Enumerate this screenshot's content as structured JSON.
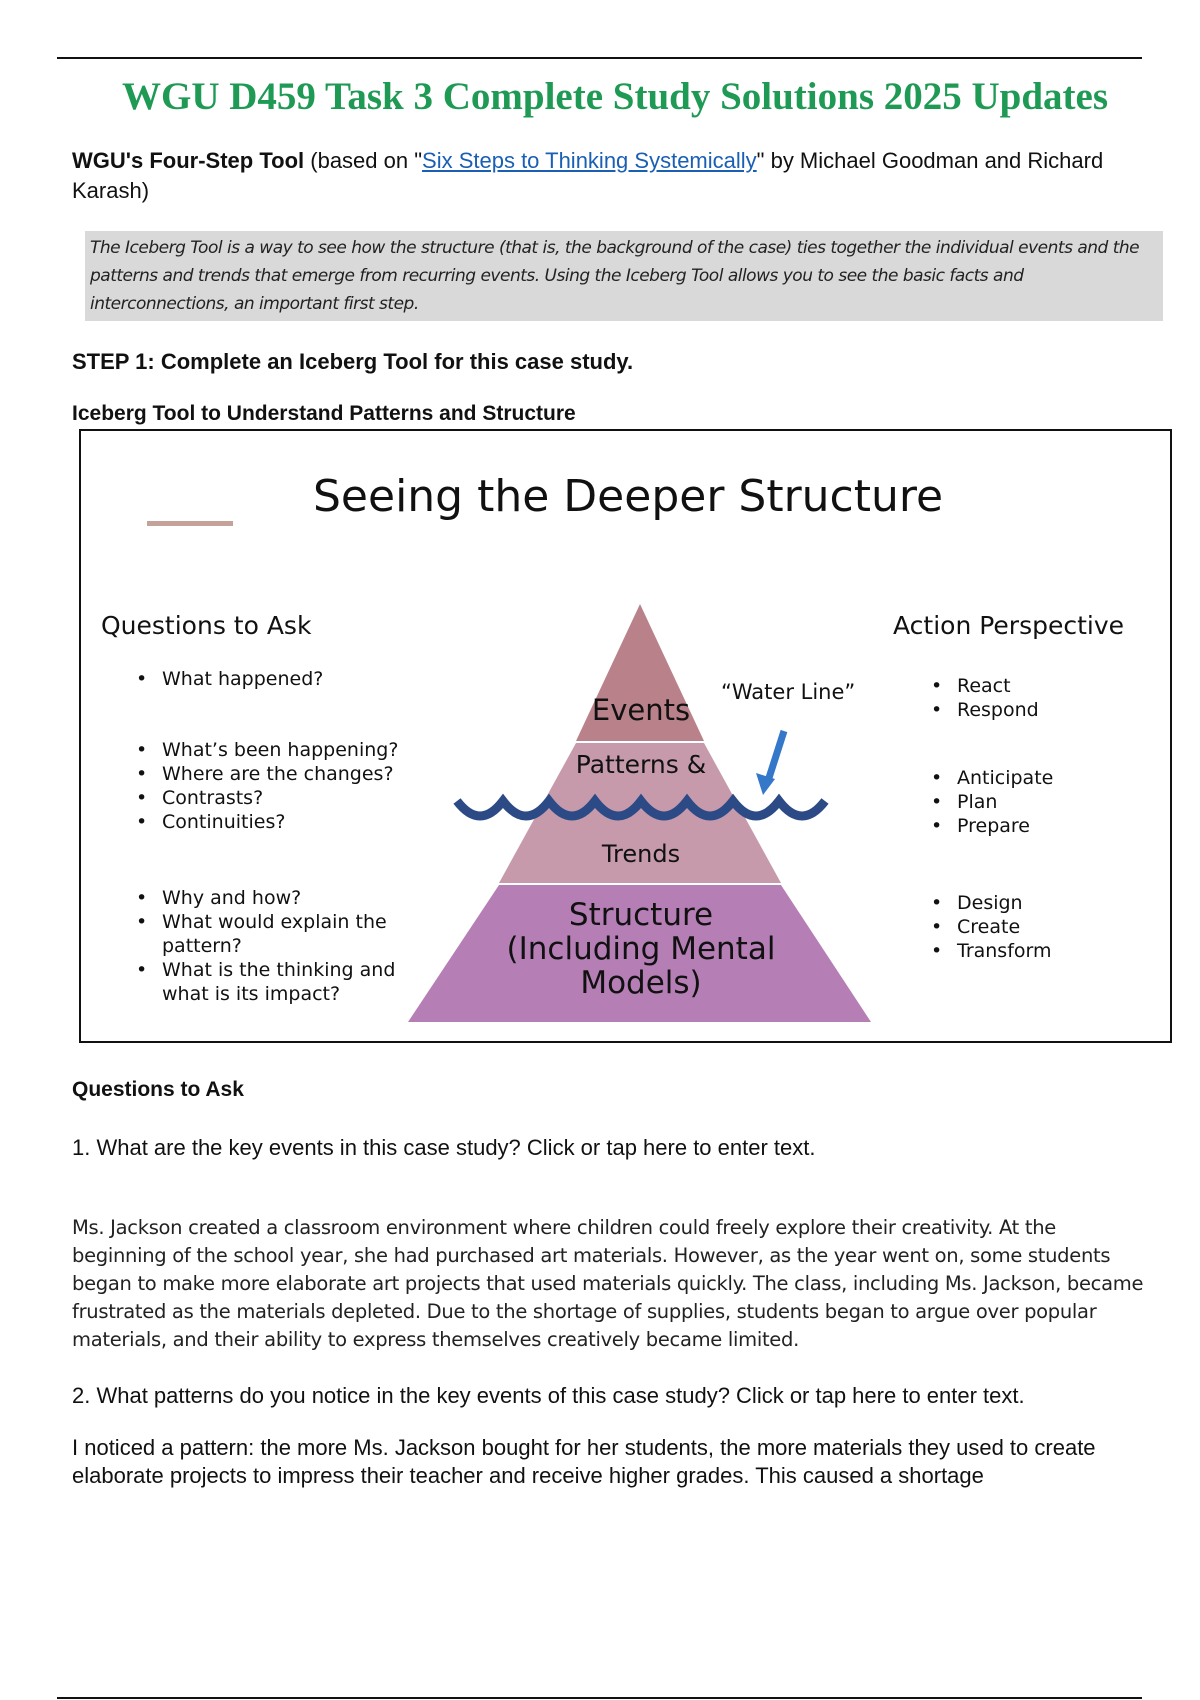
{
  "title": "WGU D459 Task 3 Complete Study Solutions 2025 Updates",
  "intro": {
    "bold": "WGU's Four-Step Tool",
    "pre": " (based on \"",
    "link": "Six Steps to Thinking Systemically",
    "post": "\" by Michael Goodman and Richard Karash)"
  },
  "note": "The Iceberg Tool is a way to see how the structure (that is, the background of the case) ties together the individual events and the patterns and trends that emerge from recurring events. Using the Iceberg Tool allows you to see the basic facts and interconnections, an important first step.",
  "step1": "STEP 1: Complete an Iceberg Tool for this case study.",
  "iceberg_heading": "Iceberg Tool to Understand Patterns and Structure",
  "diagram": {
    "title": "Seeing the Deeper Structure",
    "left_heading": "Questions to Ask",
    "right_heading": "Action Perspective",
    "left_groups": [
      [
        "What happened?"
      ],
      [
        "What’s been happening?",
        "Where are the changes?",
        "Contrasts?",
        "Continuities?"
      ],
      [
        "Why and how?",
        "What would explain the pattern?",
        "What is the thinking and what is its impact?"
      ]
    ],
    "right_groups": [
      [
        "React",
        "Respond"
      ],
      [
        "Anticipate",
        "Plan",
        "Prepare"
      ],
      [
        "Design",
        "Create",
        "Transform"
      ]
    ],
    "layers": {
      "events": "Events",
      "patterns": "Patterns &",
      "trends": "Trends",
      "structure1": "Structure",
      "structure2": "(Including Mental",
      "structure3": "Models)"
    },
    "water_line": "“Water Line”",
    "colors": {
      "events": "#b9828a",
      "patterns": "#c69aab",
      "structure": "#b57fb6",
      "water": "#2c4a86",
      "arrow": "#3577c9"
    }
  },
  "questions_heading": "Questions to Ask",
  "q1": "1. What are the key events in this case study? Click or tap here to enter text.",
  "a1": "Ms. Jackson created a classroom environment where children could freely explore their creativity. At the beginning of the school year, she had purchased art materials. However, as the year went on, some students began to make more elaborate art projects that used materials quickly. The class, including Ms. Jackson, became frustrated as the materials depleted. Due to the shortage of supplies, students began to argue over popular materials, and their ability to express themselves creatively became limited.",
  "q2": "2. What patterns do you notice in the key events of this case study? Click or tap here to enter text.",
  "a2": "I noticed a pattern: the more Ms. Jackson bought for her students, the more materials they used to create elaborate projects to impress their teacher and receive higher grades. This caused a shortage"
}
